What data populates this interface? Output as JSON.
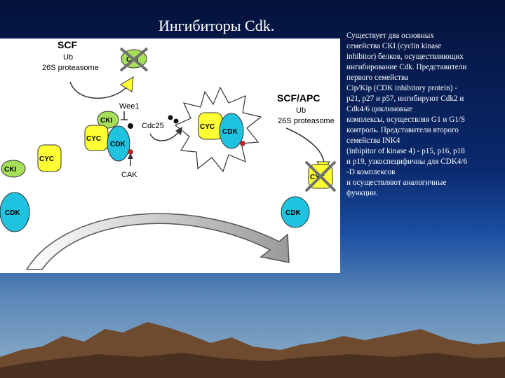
{
  "slide": {
    "title": "Ингибиторы Cdk."
  },
  "diagram": {
    "scf_label": "SCF",
    "scf_ub": "Ub",
    "scf_proteasome": "26S proteasome",
    "scfapc_label": "SCF/APC",
    "scfapc_ub": "Ub",
    "scfapc_proteasome": "26S proteasome",
    "wee1": "Wee1",
    "cdc25": "Cdc25",
    "cak": "CAK",
    "cki": "CKI",
    "cyc": "CYC",
    "cdk": "CDK"
  },
  "body_lines": [
    "Существует два основных",
    "семейства CKI (cyclin kinase",
    "inhibitor) белков, осуществляющих",
    "ингибирование Cdk. Представители",
    "первого семейства",
    "Cip/Kip (CDK inhibitory protein) -",
    "p21, p27 и p57, ингибируют Cdk2  и",
    "Cdk4/6 циклиновые",
    "комплексы, осуществляя G1  и G1/S",
    "контроль. Представители второго",
    "семейства INK4",
    "(inhipitor of kinase 4) - p15, p16, p18",
    "и p19, узкоспецифичны для CDK4/6",
    " -D комплексов",
    "и осуществляют аналогичные",
    "функции."
  ],
  "colors": {
    "cki_fill": "#a6e05a",
    "cyc_fill": "#ffff33",
    "cdk_fill": "#1fc3e0",
    "phospho_red": "#d42020",
    "cross_gray": "#707070"
  }
}
